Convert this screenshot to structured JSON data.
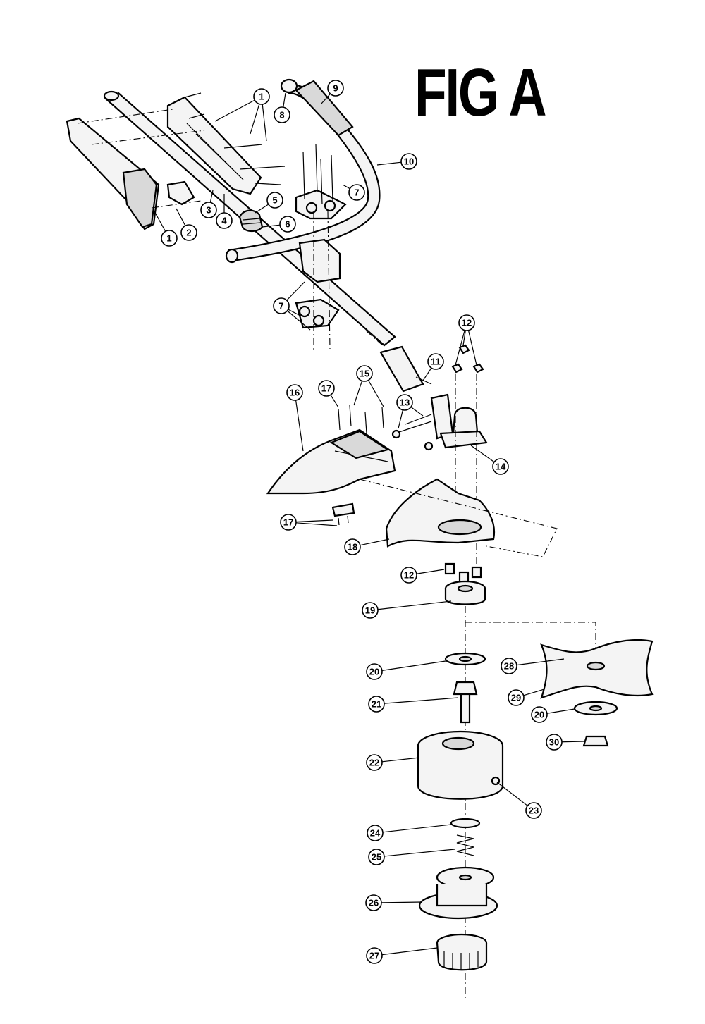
{
  "figure": {
    "title": "FIG A"
  },
  "callouts": [
    {
      "id": "c1a",
      "label": "1"
    },
    {
      "id": "c1b",
      "label": "1"
    },
    {
      "id": "c2",
      "label": "2"
    },
    {
      "id": "c3",
      "label": "3"
    },
    {
      "id": "c4",
      "label": "4"
    },
    {
      "id": "c5",
      "label": "5"
    },
    {
      "id": "c6",
      "label": "6"
    },
    {
      "id": "c7a",
      "label": "7"
    },
    {
      "id": "c7b",
      "label": "7"
    },
    {
      "id": "c8",
      "label": "8"
    },
    {
      "id": "c9",
      "label": "9"
    },
    {
      "id": "c10",
      "label": "10"
    },
    {
      "id": "c11",
      "label": "11"
    },
    {
      "id": "c12a",
      "label": "12"
    },
    {
      "id": "c12b",
      "label": "12"
    },
    {
      "id": "c13",
      "label": "13"
    },
    {
      "id": "c14",
      "label": "14"
    },
    {
      "id": "c15",
      "label": "15"
    },
    {
      "id": "c16",
      "label": "16"
    },
    {
      "id": "c17a",
      "label": "17"
    },
    {
      "id": "c17b",
      "label": "17"
    },
    {
      "id": "c18",
      "label": "18"
    },
    {
      "id": "c19",
      "label": "19"
    },
    {
      "id": "c20a",
      "label": "20"
    },
    {
      "id": "c20b",
      "label": "20"
    },
    {
      "id": "c21",
      "label": "21"
    },
    {
      "id": "c22",
      "label": "22"
    },
    {
      "id": "c23",
      "label": "23"
    },
    {
      "id": "c24",
      "label": "24"
    },
    {
      "id": "c25",
      "label": "25"
    },
    {
      "id": "c26",
      "label": "26"
    },
    {
      "id": "c27",
      "label": "27"
    },
    {
      "id": "c28",
      "label": "28"
    },
    {
      "id": "c29",
      "label": "29"
    },
    {
      "id": "c30",
      "label": "30"
    }
  ]
}
